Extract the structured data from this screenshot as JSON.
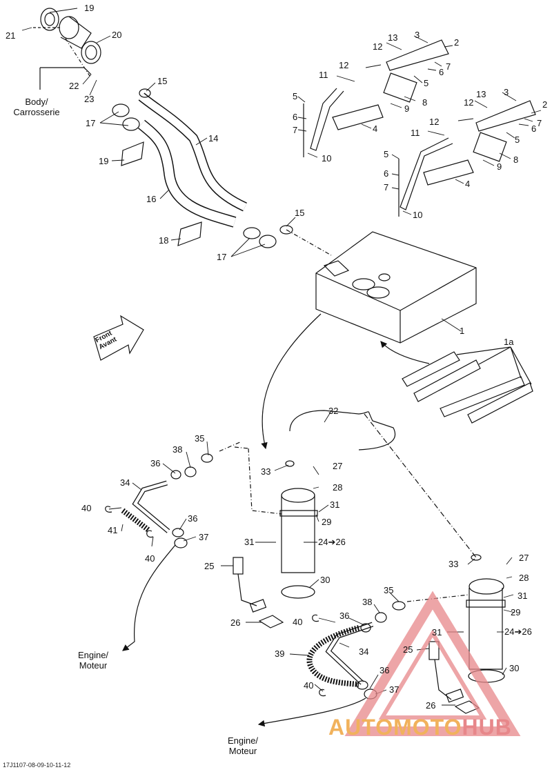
{
  "labels": {
    "n19a": "19",
    "n21": "21",
    "n20": "20",
    "n22": "22",
    "n23": "23",
    "n15a": "15",
    "n17a": "17",
    "n14": "14",
    "n19b": "19",
    "n16": "16",
    "n18": "18",
    "n15b": "15",
    "n17b": "17",
    "n1": "1",
    "n1a": "1a",
    "n13a": "13",
    "n3a": "3",
    "n12a": "12",
    "n2a": "2",
    "n11a": "11",
    "n12b": "12",
    "n7a": "7",
    "n6a": "6",
    "n5a": "5",
    "n8a": "8",
    "n9a": "9",
    "n5b": "5",
    "n6b": "6",
    "n7b": "7",
    "n4a": "4",
    "n10a": "10",
    "n13b": "13",
    "n3b": "3",
    "n12c": "12",
    "n2b": "2",
    "n7c": "7",
    "n6c": "6",
    "n5c": "5",
    "n11b": "11",
    "n12d": "12",
    "n8b": "8",
    "n9b": "9",
    "n5d": "5",
    "n6d": "6",
    "n4b": "4",
    "n7d": "7",
    "n10b": "10",
    "n32": "32",
    "n35a": "35",
    "n38a": "38",
    "n36a": "36",
    "n34a": "34",
    "n33a": "33",
    "n27a": "27",
    "n28a": "28",
    "n31a": "31",
    "n29a": "29",
    "n40a": "40",
    "n41": "41",
    "n36b": "36",
    "n37a": "37",
    "n31b": "31",
    "n24a": "24➔26",
    "n40b": "40",
    "n25a": "25",
    "n30a": "30",
    "n26a": "26",
    "n33b": "33",
    "n27b": "27",
    "n28b": "28",
    "n35b": "35",
    "n38b": "38",
    "n31c": "31",
    "n29b": "29",
    "n36c": "36",
    "n40c": "40",
    "n31d": "31",
    "n24b": "24➔26",
    "n39": "39",
    "n34b": "34",
    "n25b": "25",
    "n36d": "36",
    "n30b": "30",
    "n40d": "40",
    "n37b": "37",
    "n26b": "26"
  },
  "callouts": {
    "body": [
      "Body/",
      "Carrosserie"
    ],
    "engine_left": [
      "Engine/",
      "Moteur"
    ],
    "engine_right": [
      "Engine/",
      "Moteur"
    ],
    "front": [
      "Front",
      "Avant"
    ]
  },
  "footer_code": "17J1107-08-09-10-11-12",
  "watermark": {
    "part1": "AUTOMOTO",
    "part2": "HUB",
    "colors": [
      "#f1b25c",
      "#e7878a"
    ]
  }
}
